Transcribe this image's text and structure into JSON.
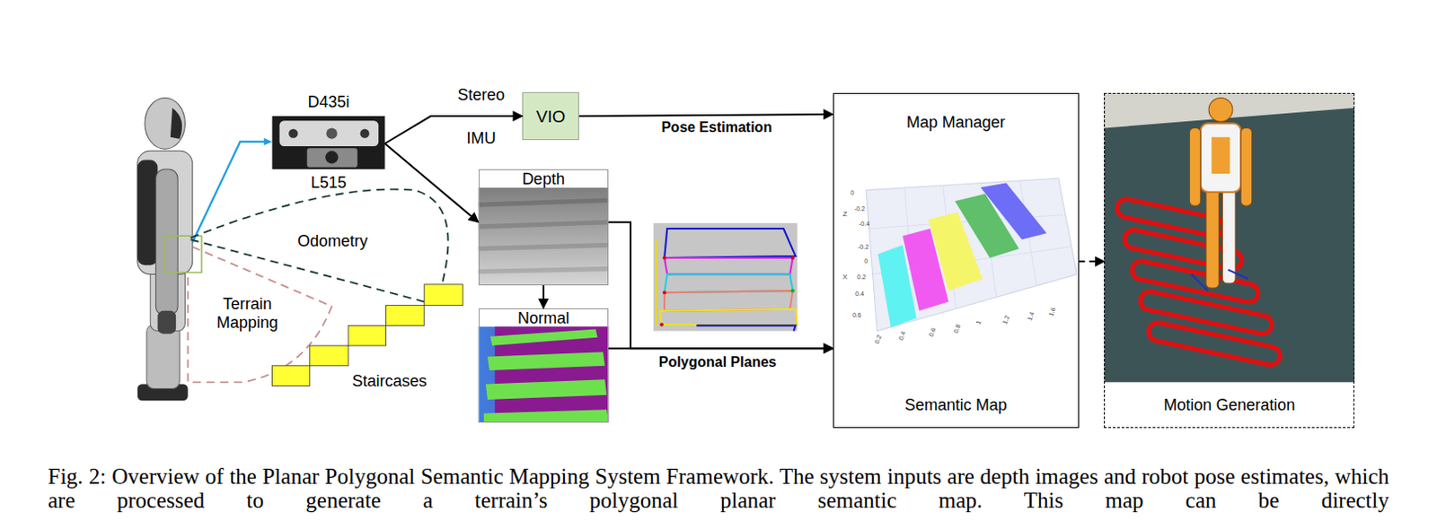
{
  "diagram": {
    "caption": "Fig. 2: Overview of the Planar Polygonal Semantic Mapping System Framework. The system inputs are depth images and robot pose estimates, which are processed to generate a terrain’s polygonal planar semantic map. This map can be directly",
    "nodes": [
      {
        "text": [
          "D435i",
          "L515"
        ]
      },
      {
        "text": [
          "VIO"
        ]
      },
      {
        "text": [
          "Depth"
        ]
      },
      {
        "text": [
          "Normal"
        ]
      },
      {
        "text": [
          "Map Manager",
          "Semantic Map"
        ]
      },
      {
        "text": [
          "Motion Generation"
        ]
      }
    ],
    "edges": [
      {
        "from": 0,
        "to": 1,
        "arrow": "to",
        "label": "Stereo"
      },
      {
        "from": 0,
        "to": 2,
        "arrow": "to"
      },
      {
        "from": 1,
        "to": 4,
        "arrow": "to",
        "label": "Pose Estimation"
      },
      {
        "from": 2,
        "to": 3,
        "arrow": "to"
      },
      {
        "from": 2,
        "to": 4,
        "arrow": "to"
      },
      {
        "from": 3,
        "to": 4,
        "arrow": "to",
        "label": "Polygonal Planes"
      },
      {
        "from": 4,
        "to": 5,
        "arrow": "to"
      }
    ],
    "labels": [
      "IMU",
      "Odometry",
      "Terrain Mapping",
      "Staircases",
      "0",
      "-0.2",
      "Z",
      "-0.4",
      "-0.2",
      "0",
      "X",
      "0.2",
      "0.4",
      "0.6",
      "0.2",
      "0.4",
      "0.6",
      "0.8",
      "1",
      "1.2",
      "1.4",
      "1.6"
    ]
  }
}
